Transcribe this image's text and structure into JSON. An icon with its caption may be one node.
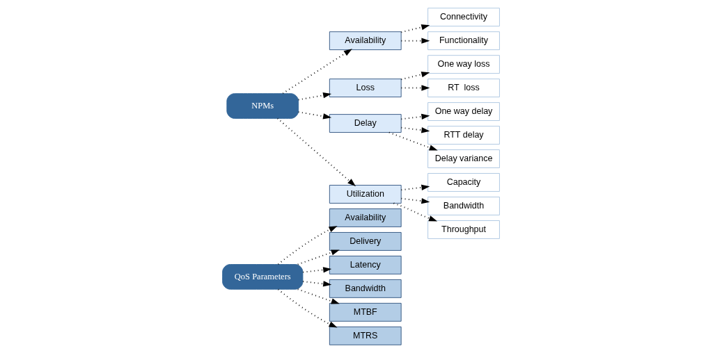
{
  "diagram": {
    "nodes": [
      {
        "text": [
          "QoS Parameters"
        ]
      },
      {
        "text": [
          "Availability"
        ]
      },
      {
        "text": [
          "Delivery"
        ]
      },
      {
        "text": [
          "Latency"
        ]
      },
      {
        "text": [
          "Bandwidth"
        ]
      },
      {
        "text": [
          "MTBF"
        ]
      },
      {
        "text": [
          "MTRS"
        ]
      },
      {
        "text": [
          "NPMs"
        ]
      },
      {
        "text": [
          "Availability"
        ]
      },
      {
        "text": [
          "Connectivity"
        ]
      },
      {
        "text": [
          "Functionality"
        ]
      },
      {
        "text": [
          "Loss"
        ]
      },
      {
        "text": [
          "One way loss"
        ]
      },
      {
        "text": [
          "RT  loss"
        ]
      },
      {
        "text": [
          "Delay"
        ]
      },
      {
        "text": [
          "One way delay"
        ]
      },
      {
        "text": [
          "RTT delay"
        ]
      },
      {
        "text": [
          "Delay variance"
        ]
      },
      {
        "text": [
          "Utilization"
        ]
      },
      {
        "text": [
          "Capacity"
        ]
      },
      {
        "text": [
          "Bandwidth"
        ]
      },
      {
        "text": [
          "Throughput"
        ]
      }
    ],
    "edges": [
      {
        "from": 0,
        "to": 1,
        "arrow": "to"
      },
      {
        "from": 0,
        "to": 2,
        "arrow": "to"
      },
      {
        "from": 0,
        "to": 3,
        "arrow": "to"
      },
      {
        "from": 0,
        "to": 4,
        "arrow": "to"
      },
      {
        "from": 0,
        "to": 5,
        "arrow": "to"
      },
      {
        "from": 0,
        "to": 6,
        "arrow": "to"
      },
      {
        "from": 7,
        "to": 8,
        "arrow": "to"
      },
      {
        "from": 7,
        "to": 11,
        "arrow": "to"
      },
      {
        "from": 7,
        "to": 14,
        "arrow": "to"
      },
      {
        "from": 7,
        "to": 18,
        "arrow": "to"
      },
      {
        "from": 8,
        "to": 9,
        "arrow": "to"
      },
      {
        "from": 8,
        "to": 10,
        "arrow": "to"
      },
      {
        "from": 11,
        "to": 12,
        "arrow": "to"
      },
      {
        "from": 11,
        "to": 13,
        "arrow": "to"
      },
      {
        "from": 14,
        "to": 15,
        "arrow": "to"
      },
      {
        "from": 14,
        "to": 16,
        "arrow": "to"
      },
      {
        "from": 14,
        "to": 17,
        "arrow": "to"
      },
      {
        "from": 18,
        "to": 19,
        "arrow": "to"
      },
      {
        "from": 18,
        "to": 20,
        "arrow": "to"
      },
      {
        "from": 18,
        "to": 21,
        "arrow": "to"
      }
    ]
  }
}
